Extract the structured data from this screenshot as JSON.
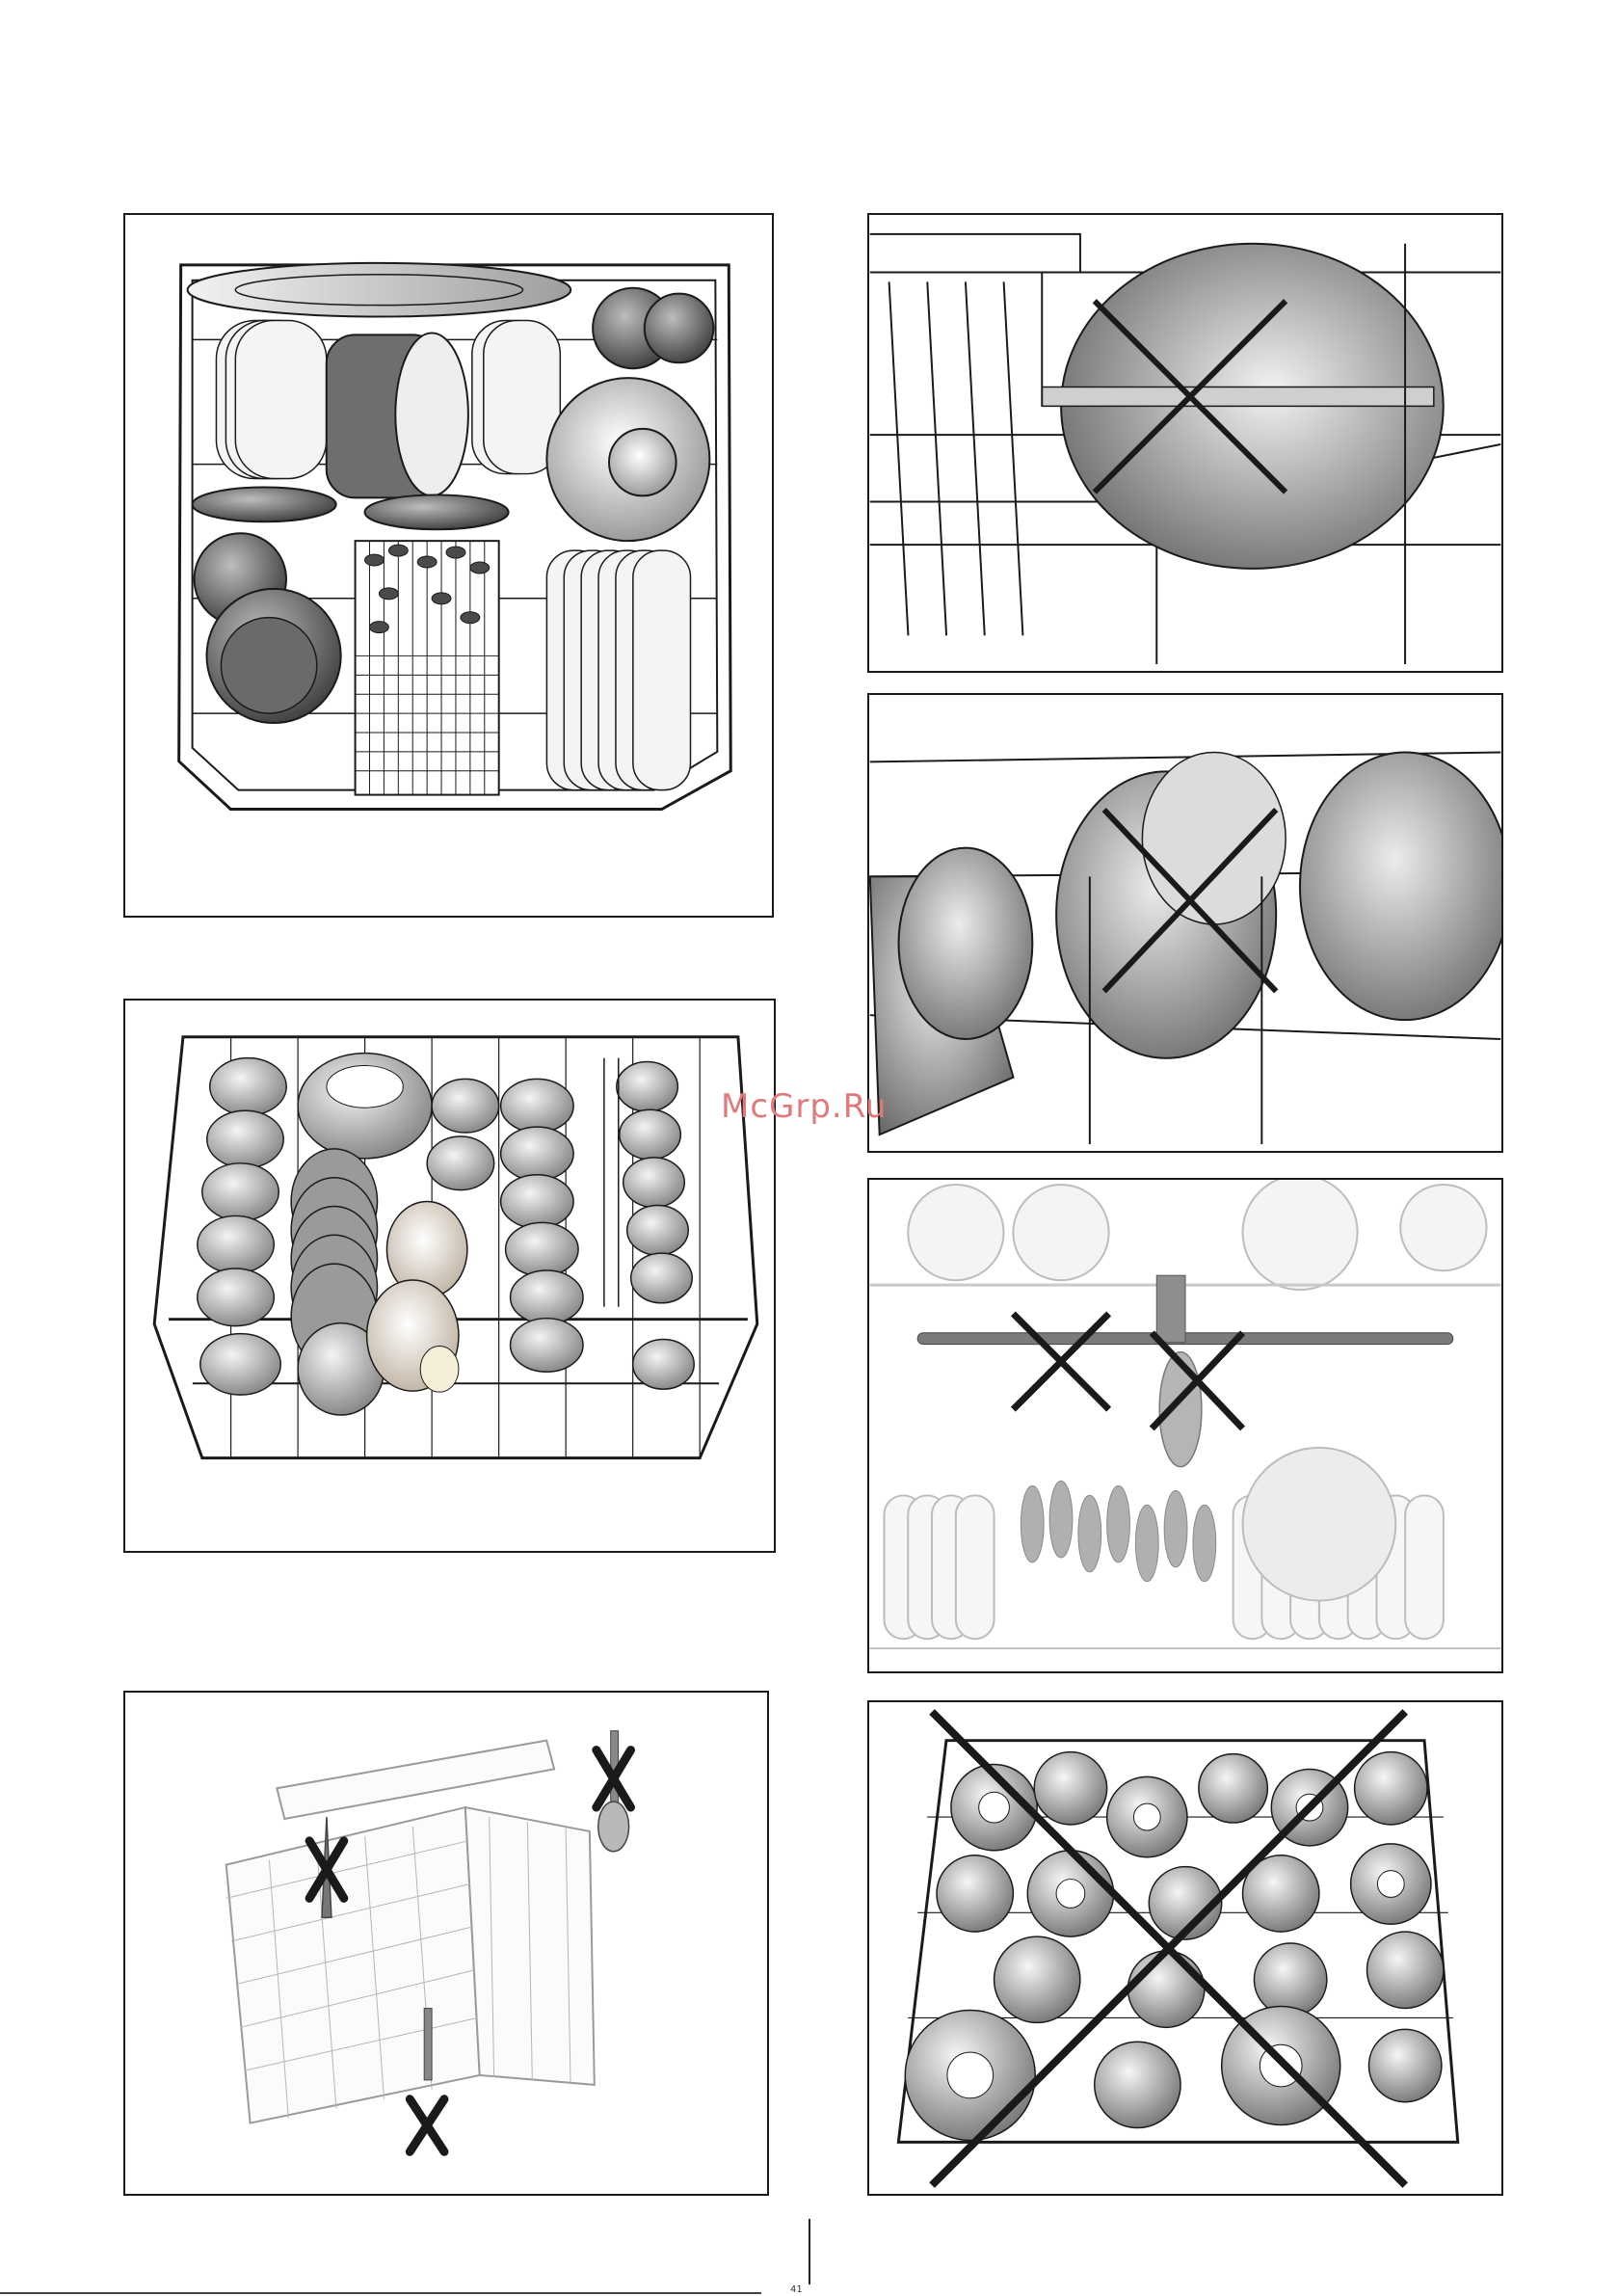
{
  "watermark": "McGrp.Ru",
  "page_mark": "41",
  "colors": {
    "line": "#1a1a1a",
    "dish_dark": "#555555",
    "dish_mid": "#9a9a9a",
    "dish_light": "#d8d8d8",
    "watermark": "#e07a7a"
  },
  "figures": [
    {
      "id": "lower-basket-loaded",
      "correct": true
    },
    {
      "id": "upper-basket-loaded",
      "correct": true
    },
    {
      "id": "cutlery-basket-wrong",
      "correct": false
    },
    {
      "id": "bowl-blocking-spray-wrong",
      "correct": false
    },
    {
      "id": "bowls-overlapping-wrong",
      "correct": false
    },
    {
      "id": "spray-arm-blocked-wrong",
      "correct": false
    },
    {
      "id": "overloaded-basket-wrong",
      "correct": false
    }
  ]
}
